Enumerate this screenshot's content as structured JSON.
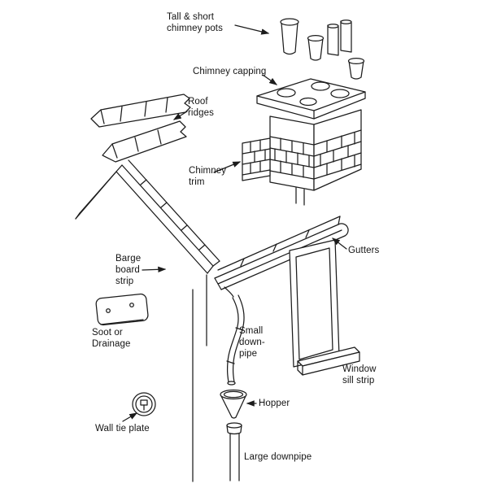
{
  "page": {
    "background": "#ffffff",
    "ink": "#1c1c1c",
    "description": "Exploded line-art diagram of house exterior components"
  },
  "icons": {
    "arrow": "line-arrow-with-solid-triangular-head"
  },
  "labels": {
    "chimney_pots": "Tall & short\nchimney pots",
    "chimney_capping": "Chimney  capping",
    "roof_ridges": "Roof\nridges",
    "chimney_trim": "Chimney\ntrim",
    "barge_board_strip": "Barge\nboard\nstrip",
    "gutters": "Gutters",
    "soot_or_drainage": "Soot or\nDrainage",
    "small_downpipe": "Small\ndown-\npipe",
    "window_sill_strip": "Window\nsill strip",
    "wall_tie_plate": "Wall tie plate",
    "hopper": "Hopper",
    "large_downpipe": "Large downpipe"
  }
}
